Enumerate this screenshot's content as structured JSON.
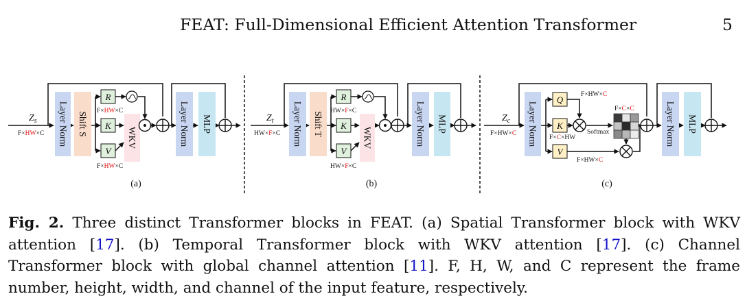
{
  "header": {
    "running_title": "FEAT: Full-Dimensional Efficient Attention Transformer",
    "page_number": "5"
  },
  "colors": {
    "layer_norm": "#c9d6f2",
    "shift": "#fadccb",
    "rkv": "#dff0dc",
    "wkv": "#fbe3e6",
    "mlp": "#c6e6f2",
    "qkv_channel": "#fff0c6",
    "dim_highlight": "#e01010",
    "citation": "#1515c8"
  },
  "figure": {
    "a": {
      "input_label": "Z",
      "input_sub": "s",
      "input_dims": [
        "F×",
        "HW",
        "×C"
      ],
      "layer_norm": "Layer Norm",
      "shift": "Shift S",
      "r": "R",
      "k": "K",
      "v": "V",
      "r_dims": [
        "F×",
        "HW",
        "×C"
      ],
      "v_dims": [
        "F×",
        "HW",
        "×C"
      ],
      "wkv": "WKV",
      "layer_norm_2": "Layer Norm",
      "mlp": "MLP",
      "label": "(a)"
    },
    "b": {
      "input_label": "Z",
      "input_sub": "t",
      "input_dims": [
        "HW×",
        "F",
        "×C"
      ],
      "layer_norm": "Layer Norm",
      "shift": "Shift T",
      "r": "R",
      "k": "K",
      "v": "V",
      "r_dims": [
        "HW×",
        "F",
        "×C"
      ],
      "v_dims": [
        "HW×",
        "F",
        "×C"
      ],
      "wkv": "WKV",
      "layer_norm_2": "Layer Norm",
      "mlp": "MLP",
      "label": "(b)"
    },
    "c": {
      "input_label": "Z",
      "input_sub": "c",
      "input_dims": [
        "F×HW×",
        "C"
      ],
      "layer_norm": "Layer Norm",
      "q": "Q",
      "k": "K",
      "v": "V",
      "q_dims": [
        "F×HW×",
        "C"
      ],
      "k_dims": [
        "F×",
        "C",
        "×HW"
      ],
      "v_dims": [
        "F×HW×",
        "C"
      ],
      "attn_dims": [
        "F×",
        "C",
        "×",
        "C"
      ],
      "softmax": "Softmax",
      "layer_norm_2": "Layer Norm",
      "mlp": "MLP",
      "label": "(c)"
    }
  },
  "caption": {
    "label": "Fig. 2.",
    "text_1": " Three distinct Transformer blocks in FEAT. (a) Spatial Transformer block with WKV attention [",
    "ref_1": "17",
    "text_2": "]. (b) Temporal Transformer block with WKV attention [",
    "ref_2": "17",
    "text_3": "]. (c) Channel Transformer block with global channel attention [",
    "ref_3": "11",
    "text_4": "]. F, H, W, and C represent the frame number, height, width, and channel of the input feature, respectively."
  }
}
